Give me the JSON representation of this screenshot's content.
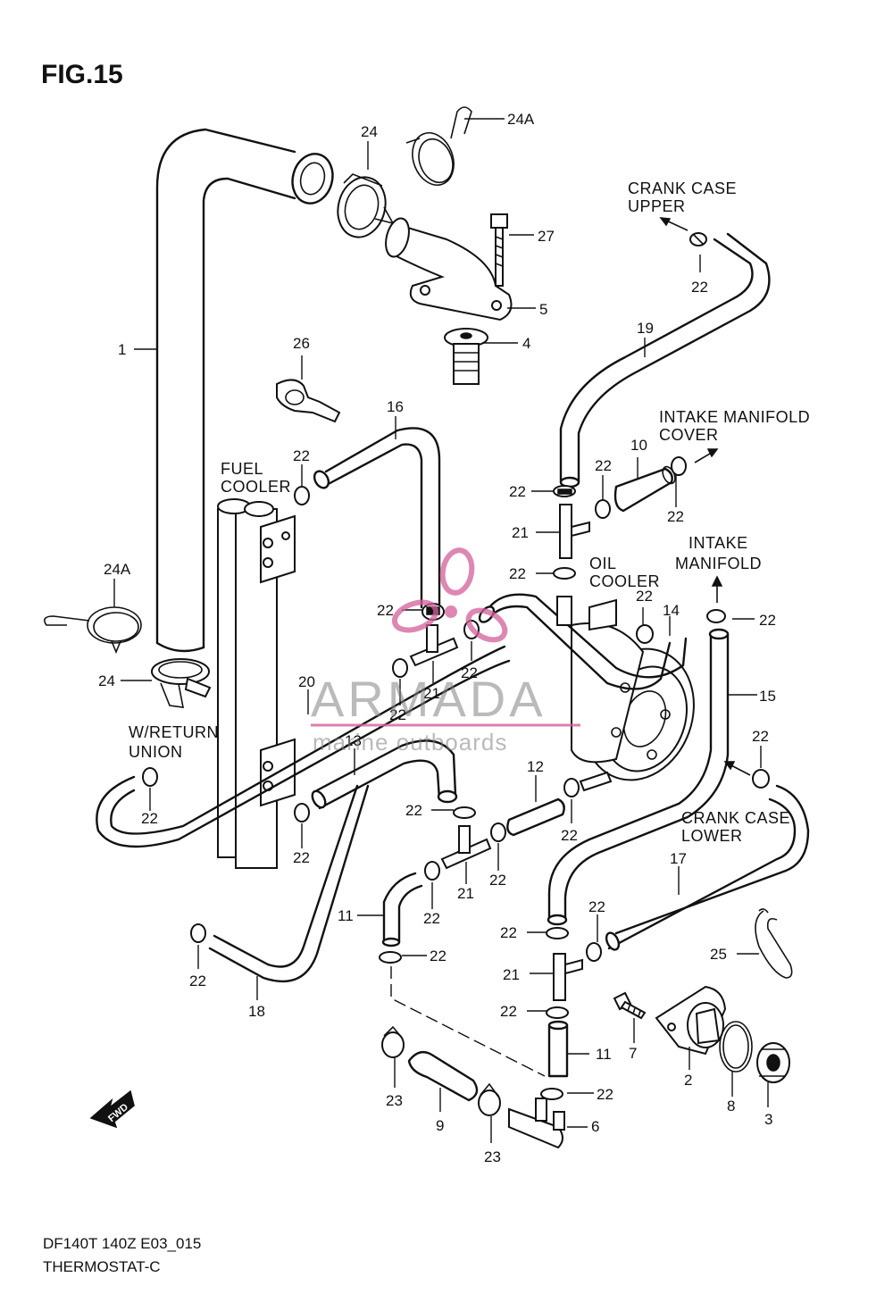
{
  "figure": {
    "title": "FIG.15",
    "footer_line1": "DF140T 140Z E03_015",
    "footer_line2": "THERMOSTAT-C"
  },
  "annotations": {
    "crank_case_upper_1": "CRANK CASE",
    "crank_case_upper_2": "UPPER",
    "intake_manifold_cover_1": "INTAKE MANIFOLD",
    "intake_manifold_cover_2": "COVER",
    "intake_manifold_1": "INTAKE",
    "intake_manifold_2": "MANIFOLD",
    "fuel_cooler_1": "FUEL",
    "fuel_cooler_2": "COOLER",
    "oil_cooler_1": "OIL",
    "oil_cooler_2": "COOLER",
    "return_union_1": "W/RETURN",
    "return_union_2": "UNION",
    "crank_case_lower_1": "CRANK CASE",
    "crank_case_lower_2": "LOWER",
    "fwd": "FWD"
  },
  "watermark": {
    "brand": "ARMADA",
    "tagline": "marine outboards",
    "accent_color": "#d4609a"
  },
  "callouts": {
    "c24_top": "24",
    "c24a_top": "24A",
    "c27": "27",
    "c5": "5",
    "c4": "4",
    "c1": "1",
    "c26": "26",
    "c16": "16",
    "c19": "19",
    "c22_upper": "22",
    "c10": "10",
    "c22_a": "22",
    "c22_b": "22",
    "c22_c": "22",
    "c22_d": "22",
    "c21_a": "21",
    "c22_e": "22",
    "c24a_left": "24A",
    "c22_f": "22",
    "c22_g": "22",
    "c14": "14",
    "c22_h": "22",
    "c24_left": "24",
    "c20": "20",
    "c21_b": "21",
    "c22_i": "22",
    "c22_j": "22",
    "c15": "15",
    "c13": "13",
    "c12": "12",
    "c22_k": "22",
    "c22_l": "22",
    "c22_m": "22",
    "c22_n": "22",
    "c17": "17",
    "c22_o": "22",
    "c21_c": "21",
    "c22_p": "22",
    "c22_q": "22",
    "c11_a": "11",
    "c22_r": "22",
    "c22_s": "22",
    "c25": "25",
    "c22_t": "22",
    "c21_d": "21",
    "c18": "18",
    "c22_u": "22",
    "c7": "7",
    "c11_b": "11",
    "c2": "2",
    "c22_v": "22",
    "c8": "8",
    "c3": "3",
    "c23_a": "23",
    "c9": "9",
    "c6": "6",
    "c23_b": "23",
    "c22_w": "22",
    "c22_x": "22"
  }
}
